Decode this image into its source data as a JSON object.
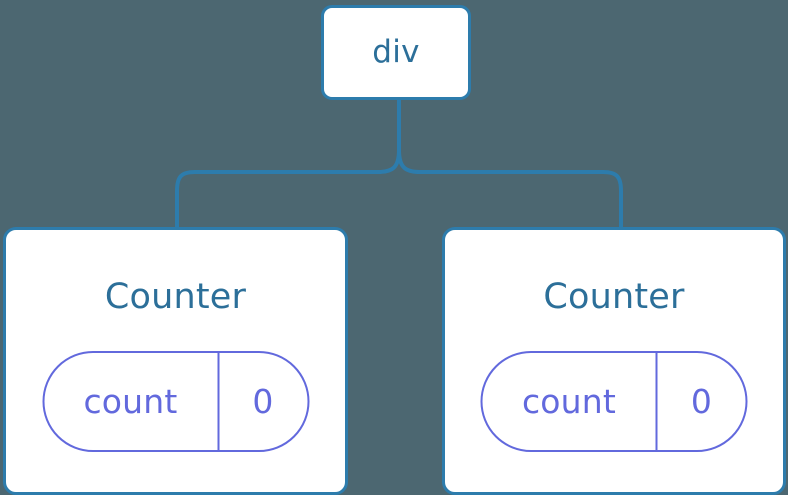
{
  "diagram": {
    "type": "component-tree",
    "background_color": "#4c6771",
    "edge_color": "#2d7cac",
    "node_border_color": "#2d7cac",
    "node_fill_color": "#ffffff",
    "node_text_color": "#2c6f99",
    "state_color": "#6269dd",
    "root": {
      "label": "div"
    },
    "children": [
      {
        "title": "Counter",
        "state": {
          "key": "count",
          "value": "0"
        }
      },
      {
        "title": "Counter",
        "state": {
          "key": "count",
          "value": "0"
        }
      }
    ]
  }
}
